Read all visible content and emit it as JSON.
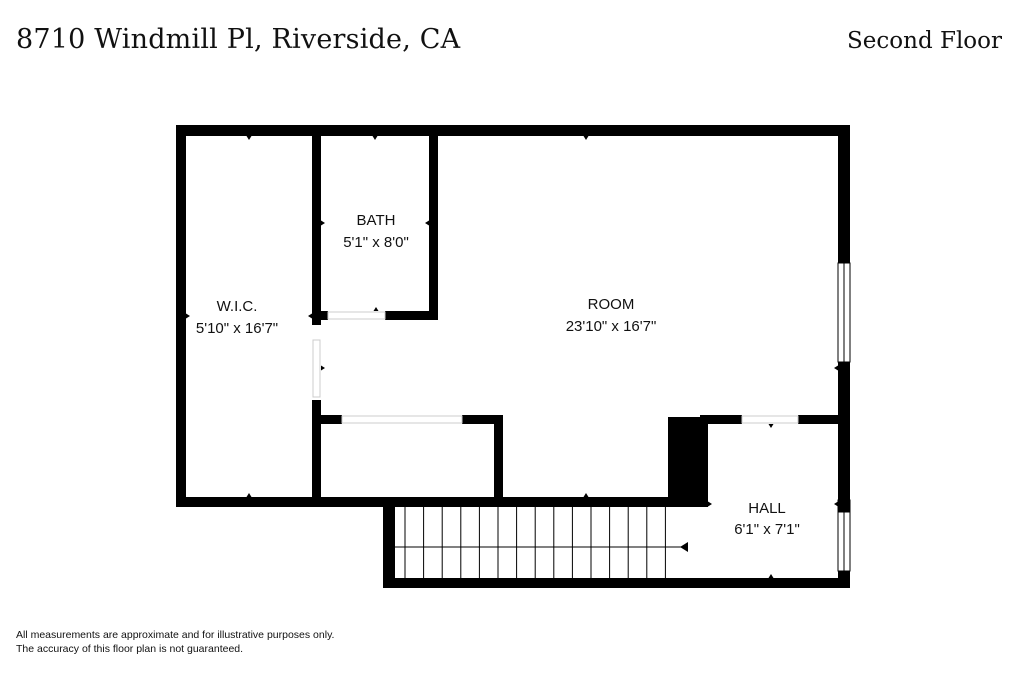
{
  "header": {
    "address": "8710 Windmill Pl, Riverside, CA",
    "floor": "Second Floor"
  },
  "rooms": [
    {
      "name": "W.I.C.",
      "dims": "5'10\" x 16'7\""
    },
    {
      "name": "BATH",
      "dims": "5'1\" x 8'0\""
    },
    {
      "name": "ROOM",
      "dims": "23'10\" x 16'7\""
    },
    {
      "name": "HALL",
      "dims": "6'1\" x 7'1\""
    }
  ],
  "footer": {
    "line1": "All measurements are approximate and for illustrative purposes only.",
    "line2": "The accuracy of this floor plan is not guaranteed."
  },
  "colors": {
    "wall": "#000000",
    "background": "#ffffff"
  }
}
